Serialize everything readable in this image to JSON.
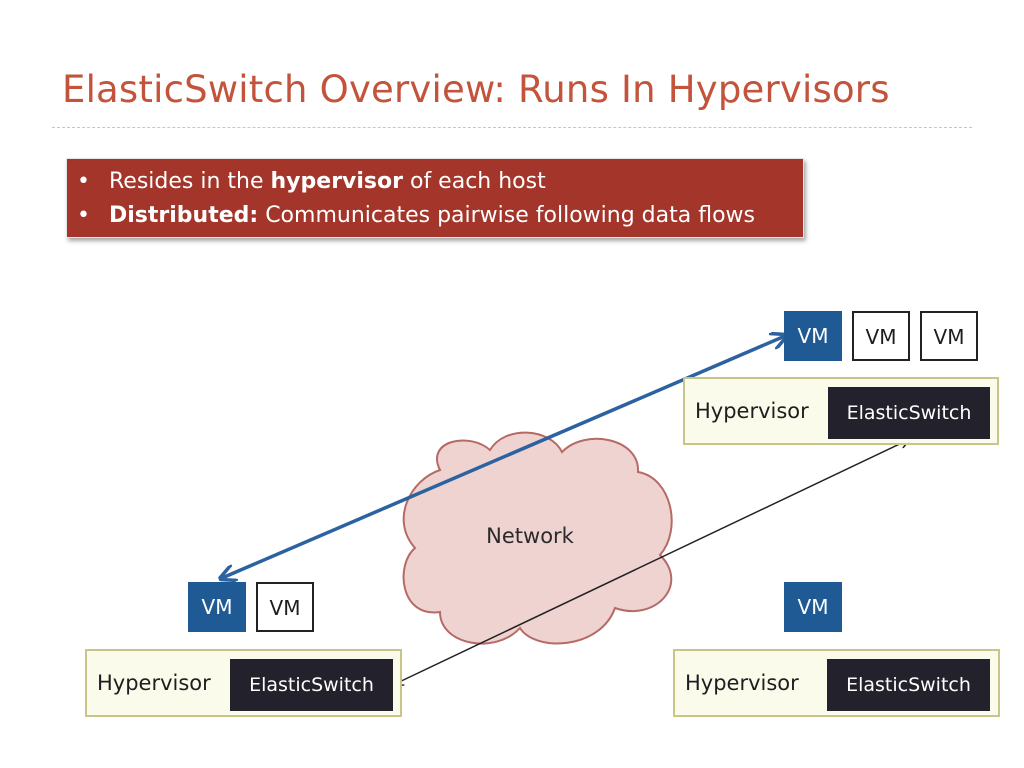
{
  "slide": {
    "title": "ElasticSwitch Overview: Runs In Hypervisors",
    "bullets": [
      {
        "marker": "•",
        "pre": "Resides in the ",
        "bold": "hypervisor",
        "post": " of each host"
      },
      {
        "marker": "•",
        "pre": "",
        "bold": "Distributed:",
        "post": " Communicates pairwise following data flows"
      }
    ]
  },
  "network": {
    "label": "Network"
  },
  "hosts": {
    "top_right": {
      "hypervisor_label": "Hypervisor",
      "switch_label": "ElasticSwitch",
      "vms": [
        {
          "label": "VM",
          "state": "active"
        },
        {
          "label": "VM",
          "state": "idle"
        },
        {
          "label": "VM",
          "state": "idle"
        }
      ]
    },
    "bottom_left": {
      "hypervisor_label": "Hypervisor",
      "switch_label": "ElasticSwitch",
      "vms": [
        {
          "label": "VM",
          "state": "active"
        },
        {
          "label": "VM",
          "state": "idle"
        }
      ]
    },
    "bottom_right": {
      "hypervisor_label": "Hypervisor",
      "switch_label": "ElasticSwitch",
      "vms": [
        {
          "label": "VM",
          "state": "active"
        }
      ]
    }
  },
  "colors": {
    "title": "#c4533c",
    "callout_bg": "#a3352a",
    "vm_active": "#1f5a94",
    "switch_bg": "#23212b",
    "hypervisor_bg": "#fbfbeb",
    "hypervisor_border": "#c7c58a",
    "cloud_fill": "#efd3d1",
    "cloud_stroke": "#b66a66",
    "flow_arrow": "#2c62a0",
    "control_arrow": "#222222"
  }
}
